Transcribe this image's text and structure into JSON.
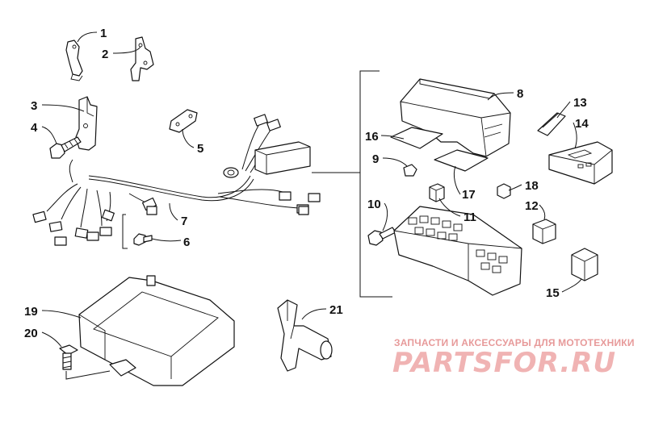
{
  "labels": {
    "l1": "1",
    "l2": "2",
    "l3": "3",
    "l4": "4",
    "l5": "5",
    "l6": "6",
    "l7": "7",
    "l8": "8",
    "l9": "9",
    "l10": "10",
    "l11": "11",
    "l12": "12",
    "l13": "13",
    "l14": "14",
    "l15": "15",
    "l16": "16",
    "l17": "17",
    "l18": "18",
    "l19": "19",
    "l20": "20",
    "l21": "21"
  },
  "watermark": {
    "caption": "ЗАПЧАСТИ И АКСЕССУАРЫ ДЛЯ МОТОТЕХНИКИ",
    "logo": "PARTSFOR.RU"
  }
}
